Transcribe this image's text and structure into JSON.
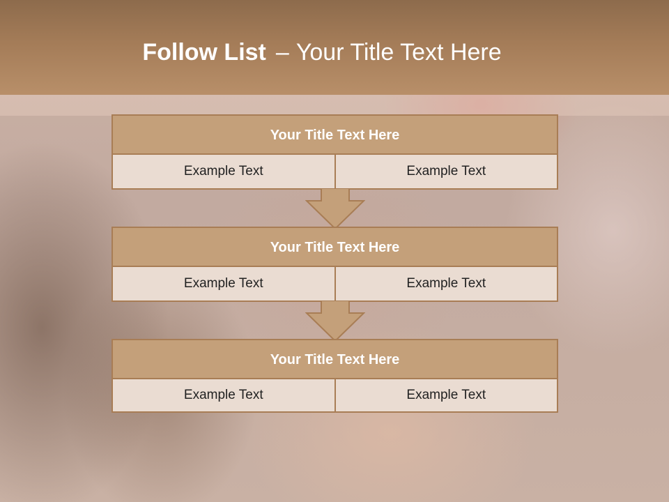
{
  "slide": {
    "title_bold": "Follow List",
    "title_separator": "–",
    "title_rest": "Your Title Text Here"
  },
  "boxes": [
    {
      "title": "Your Title Text Here",
      "cells": [
        "Example Text",
        "Example Text"
      ]
    },
    {
      "title": "Your Title Text Here",
      "cells": [
        "Example Text",
        "Example Text"
      ]
    },
    {
      "title": "Your Title Text Here",
      "cells": [
        "Example Text",
        "Example Text"
      ]
    }
  ],
  "colors": {
    "header": "#a47c58",
    "box_title_fill": "#c4a07a",
    "box_border": "#a87d55",
    "cell_fill": "#eadcd2",
    "arrow_fill": "#c4a07a"
  },
  "icons": [
    "down-arrow-icon",
    "down-arrow-icon"
  ]
}
